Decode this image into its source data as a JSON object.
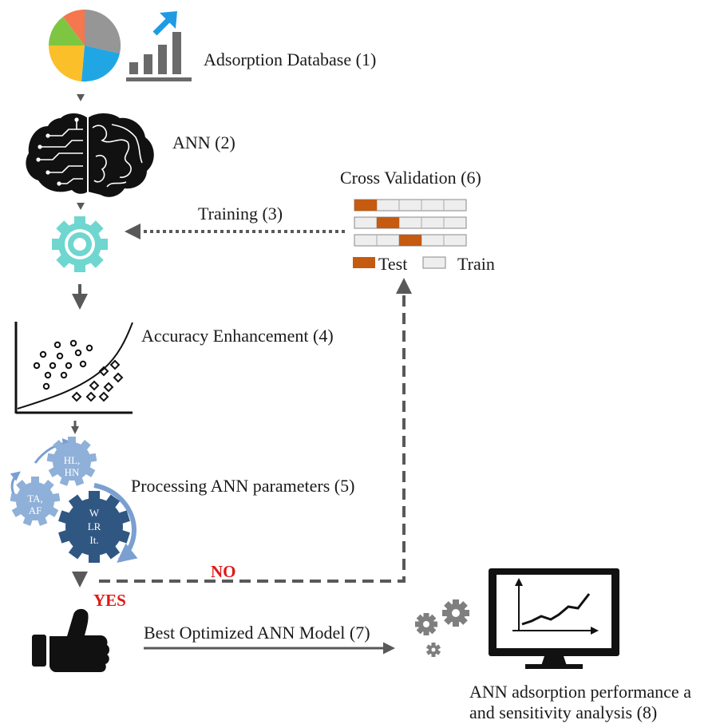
{
  "steps": {
    "database": "Adsorption Database (1)",
    "ann": "ANN (2)",
    "training": "Training (3)",
    "accuracy": "Accuracy Enhancement (4)",
    "processing": "Processing ANN parameters (5)",
    "cross_validation": "Cross Validation (6)",
    "best_model": "Best Optimized ANN Model (7)",
    "analysis_line1": "ANN adsorption performance a",
    "analysis_line2": "and sensitivity analysis (8)"
  },
  "decisions": {
    "no": "NO",
    "yes": "YES"
  },
  "cv_legend": {
    "test": "Test",
    "train": "Train"
  },
  "gear_labels": {
    "gear_top_line1": "HL,",
    "gear_top_line2": "HN",
    "gear_left_line1": "TA,",
    "gear_left_line2": "AF",
    "gear_big_line1": "W",
    "gear_big_line2": "LR",
    "gear_big_line3": "It."
  },
  "icons": [
    "pie-chart-icon",
    "bar-chart-growth-icon",
    "brain-icon",
    "teal-gear-icon",
    "scatter-classification-icon",
    "parameter-gears-icon",
    "thumbs-up-icon",
    "small-gears-icon",
    "monitor-chart-icon"
  ],
  "colors": {
    "test_fold": "#c55a11",
    "train_fold": "#eeeeee",
    "teal_gear": "#6fd6d0",
    "light_gear": "#8fb0d8",
    "dark_gear": "#2f5782",
    "arrow": "#595959",
    "accent_red": "#e01818",
    "bar_arrow": "#1e9be3"
  }
}
